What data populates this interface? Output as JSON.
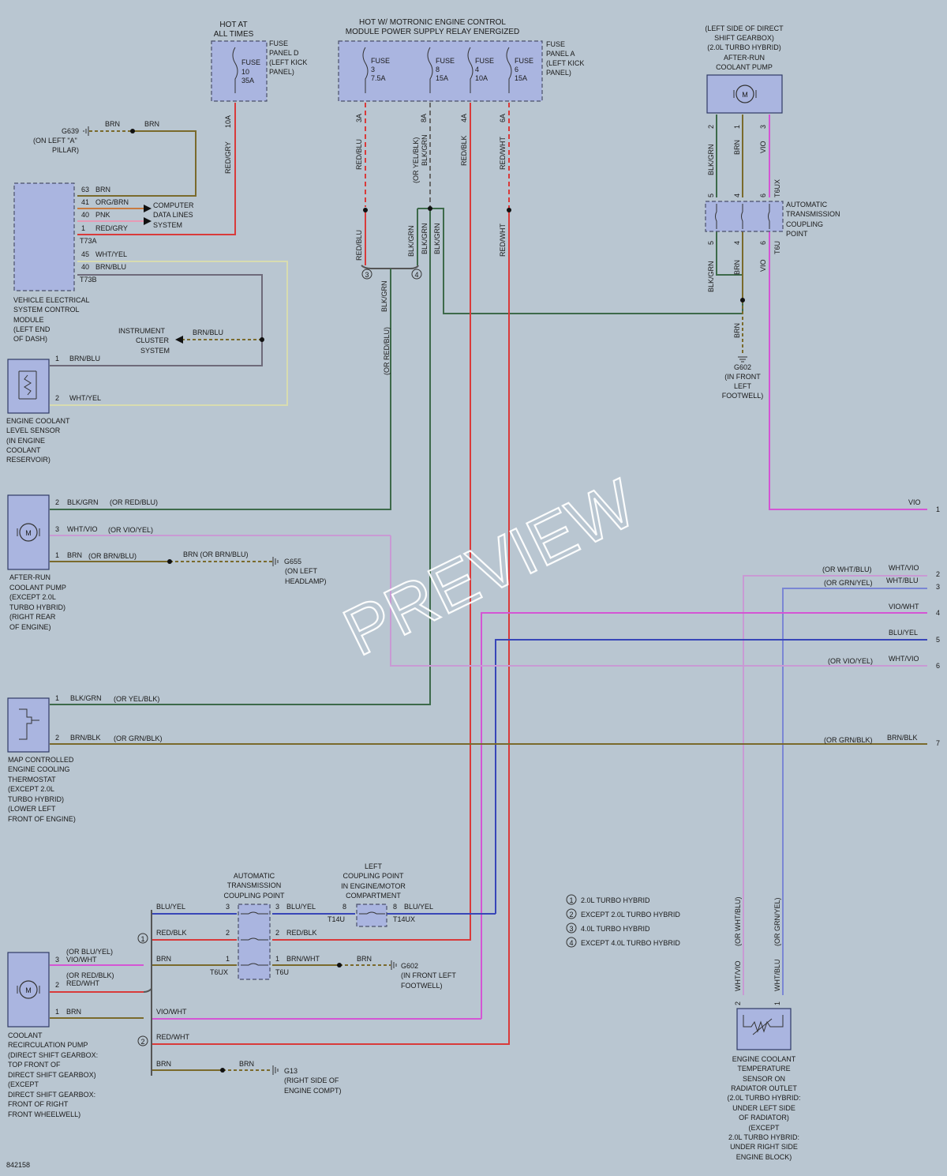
{
  "watermark": "PREVIEW",
  "diagram_id": "842158",
  "fuse_panel_d": {
    "hot_label": [
      "HOT AT",
      "ALL TIMES"
    ],
    "panel_label": [
      "FUSE",
      "PANEL D",
      "(LEFT KICK",
      "PANEL)"
    ],
    "fuse": [
      "FUSE",
      "10",
      "35A"
    ],
    "pin": "10A",
    "wire": "RED/GRY"
  },
  "fuse_panel_a": {
    "hot_label": [
      "HOT W/ MOTRONIC ENGINE CONTROL",
      "MODULE POWER SUPPLY RELAY ENERGIZED"
    ],
    "panel_label": [
      "FUSE",
      "PANEL A",
      "(LEFT KICK",
      "PANEL)"
    ],
    "fuses": [
      {
        "lines": [
          "FUSE",
          "3",
          "7.5A"
        ],
        "pin": "3A",
        "wire_top": "RED/BLU",
        "wire_bottom": "RED/BLU"
      },
      {
        "lines": [
          "FUSE",
          "8",
          "15A"
        ],
        "pin": "8A",
        "wire_top": "(OR YEL/BLK)",
        "wire_top2": "BLK/GRN",
        "wire_bottom": "BLK/GRN",
        "wire_bottom2": "BLK/GRN",
        "wire_bottom3": "BLK/GRN"
      },
      {
        "lines": [
          "FUSE",
          "4",
          "10A"
        ],
        "pin": "4A",
        "wire_top": "RED/BLK"
      },
      {
        "lines": [
          "FUSE",
          "6",
          "15A"
        ],
        "pin": "6A",
        "wire_top": "RED/WHT",
        "wire_bottom": "RED/WHT"
      }
    ],
    "feed_wire": "BLK/GRN",
    "feed_wire_alt": "(OR RED/BLU)"
  },
  "ground_g639": {
    "name": "G639",
    "loc": [
      "(ON LEFT \"A\"",
      "PILLAR)"
    ],
    "wire1": "BRN",
    "wire2": "BRN"
  },
  "vescm": {
    "name": [
      "VEHICLE ELECTRICAL",
      "SYSTEM CONTROL",
      "MODULE",
      "(LEFT END",
      "OF DASH)"
    ],
    "pins": [
      {
        "pin": "63",
        "wire": "BRN"
      },
      {
        "pin": "41",
        "wire": "ORG/BRN"
      },
      {
        "pin": "40",
        "wire": "PNK"
      },
      {
        "pin": "1",
        "wire": "RED/GRY"
      },
      {
        "pin": "45",
        "wire": "WHT/YEL"
      },
      {
        "pin": "40",
        "wire": "BRN/BLU"
      }
    ],
    "conn_a": "T73A",
    "conn_b": "T73B",
    "data_lines": [
      "COMPUTER",
      "DATA LINES",
      "SYSTEM"
    ]
  },
  "instrument_cluster": {
    "name": [
      "INSTRUMENT",
      "CLUSTER",
      "SYSTEM"
    ],
    "wire": "BRN/BLU"
  },
  "coolant_level_sensor": {
    "name": [
      "ENGINE COOLANT",
      "LEVEL SENSOR",
      "(IN ENGINE",
      "COOLANT",
      "RESERVOIR)"
    ],
    "pin1": "1",
    "wire1": "BRN/BLU",
    "pin2": "2",
    "wire2": "WHT/YEL"
  },
  "after_run_pump_2": {
    "name": [
      "AFTER-RUN",
      "COOLANT PUMP",
      "(EXCEPT 2.0L",
      "TURBO HYBRID)",
      "(RIGHT REAR",
      "OF ENGINE)"
    ],
    "pins": [
      {
        "pin": "2",
        "wire": "BLK/GRN",
        "alt": "(OR RED/BLU)"
      },
      {
        "pin": "3",
        "wire": "WHT/VIO",
        "alt": "(OR VIO/YEL)"
      },
      {
        "pin": "1",
        "wire": "BRN",
        "alt": "(OR BRN/BLU)"
      }
    ],
    "ground_wire": "BRN (OR BRN/BLU)",
    "ground": "G655",
    "ground_loc": [
      "(ON LEFT",
      "HEADLAMP)"
    ]
  },
  "thermostat": {
    "name": [
      "MAP CONTROLLED",
      "ENGINE COOLING",
      "THERMOSTAT",
      "(EXCEPT 2.0L",
      "TURBO HYBRID)",
      "(LOWER LEFT",
      "FRONT OF ENGINE)"
    ],
    "pins": [
      {
        "pin": "1",
        "wire": "BLK/GRN",
        "alt": "(OR YEL/BLK)"
      },
      {
        "pin": "2",
        "wire": "BRN/BLK",
        "alt": "(OR GRN/BLK)"
      }
    ]
  },
  "after_run_pump_1": {
    "name": [
      "(LEFT SIDE OF DIRECT",
      "SHIFT GEARBOX)",
      "(2.0L TURBO HYBRID)",
      "AFTER-RUN",
      "COOLANT PUMP"
    ],
    "pins": [
      {
        "pin": "2",
        "wire": "BLK/GRN"
      },
      {
        "pin": "1",
        "wire": "BRN"
      },
      {
        "pin": "3",
        "wire": "VIO"
      }
    ],
    "conn_top": "T6UX",
    "conn_bottom": "T6U"
  },
  "atcp_right": {
    "name": [
      "AUTOMATIC",
      "TRANSMISSION",
      "COUPLING",
      "POINT"
    ],
    "pins": [
      "5",
      "4",
      "6"
    ],
    "wires_below": [
      "BLK/GRN",
      "BRN",
      "VIO"
    ],
    "ground_wire": "BRN",
    "ground": "G602",
    "ground_loc": [
      "(IN FRONT",
      "LEFT",
      "FOOTWELL)"
    ]
  },
  "right_connectors": [
    {
      "num": "1",
      "wire": "VIO",
      "alt": ""
    },
    {
      "num": "2",
      "wire": "WHT/VIO",
      "alt": "(OR WHT/BLU)"
    },
    {
      "num": "3",
      "wire": "WHT/BLU",
      "alt": "(OR GRN/YEL)"
    },
    {
      "num": "4",
      "wire": "VIO/WHT",
      "alt": ""
    },
    {
      "num": "5",
      "wire": "BLU/YEL",
      "alt": ""
    },
    {
      "num": "6",
      "wire": "WHT/VIO",
      "alt": "(OR VIO/YEL)"
    },
    {
      "num": "7",
      "wire": "BRN/BLK",
      "alt": "(OR GRN/BLK)"
    }
  ],
  "recirc_pump": {
    "name": [
      "COOLANT",
      "RECIRCULATION PUMP",
      "(DIRECT SHIFT GEARBOX:",
      "TOP FRONT OF",
      "DIRECT SHIFT GEARBOX)",
      "(EXCEPT",
      "DIRECT SHIFT GEARBOX:",
      "FRONT OF RIGHT",
      "FRONT WHEELWELL)"
    ],
    "pins": [
      {
        "pin": "3",
        "wire": "VIO/WHT",
        "alt": "(OR BLU/YEL)"
      },
      {
        "pin": "2",
        "wire": "RED/WHT",
        "alt": "(OR RED/BLK)"
      },
      {
        "pin": "1",
        "wire": "BRN"
      }
    ]
  },
  "atcp_bottom": {
    "name": [
      "AUTOMATIC",
      "TRANSMISSION",
      "COUPLING POINT"
    ],
    "rows": [
      {
        "left_wire": "BLU/YEL",
        "pin": "3",
        "right_wire": "BLU/YEL"
      },
      {
        "left_wire": "RED/BLK",
        "pin": "2",
        "right_wire": "RED/BLK"
      },
      {
        "left_wire": "BRN",
        "pin": "1",
        "right_wire": "BRN/WHT"
      }
    ],
    "conn_left": "T6UX",
    "conn_right": "T6U",
    "ground_wire": "BRN",
    "ground": "G602",
    "ground_loc": [
      "(IN FRONT LEFT",
      "FOOTWELL)"
    ]
  },
  "left_coupling": {
    "name": [
      "LEFT",
      "COUPLING POINT",
      "IN ENGINE/MOTOR",
      "COMPARTMENT"
    ],
    "pin": "8",
    "conn_left": "T14U",
    "conn_right": "T14UX",
    "wire": "BLU/YEL"
  },
  "variant2_wires": [
    "VIO/WHT",
    "RED/WHT",
    "BRN",
    "BRN"
  ],
  "ground_g13": {
    "name": "G13",
    "loc": [
      "(RIGHT SIDE OF",
      "ENGINE COMPT)"
    ]
  },
  "legend": [
    {
      "num": "1",
      "text": "2.0L TURBO HYBRID"
    },
    {
      "num": "2",
      "text": "EXCEPT 2.0L TURBO HYBRID"
    },
    {
      "num": "3",
      "text": "4.0L TURBO HYBRID"
    },
    {
      "num": "4",
      "text": "EXCEPT 4.0L TURBO HYBRID"
    }
  ],
  "temp_sensor": {
    "name": [
      "ENGINE COOLANT",
      "TEMPERATURE",
      "SENSOR ON",
      "RADIATOR OUTLET",
      "(2.0L TURBO HYBRID:",
      "UNDER LEFT SIDE",
      "OF RADIATOR)",
      "(EXCEPT",
      "2.0L TURBO HYBRID:",
      "UNDER RIGHT SIDE",
      "ENGINE BLOCK)"
    ],
    "pins": [
      {
        "pin": "2",
        "wire": "WHT/VIO",
        "alt": "(OR WHT/BLU)"
      },
      {
        "pin": "1",
        "wire": "WHT/BLU",
        "alt": "(OR GRN/YEL)"
      }
    ]
  },
  "colors": {
    "background": "#b9c6d1",
    "component": "#aab5e0",
    "red": "#d93a3a",
    "brown": "#7a6a2c",
    "black_green": "#3d6a4a",
    "violet": "#d455d4",
    "blue": "#3846b8",
    "white_yellow": "#d8dcb0"
  }
}
